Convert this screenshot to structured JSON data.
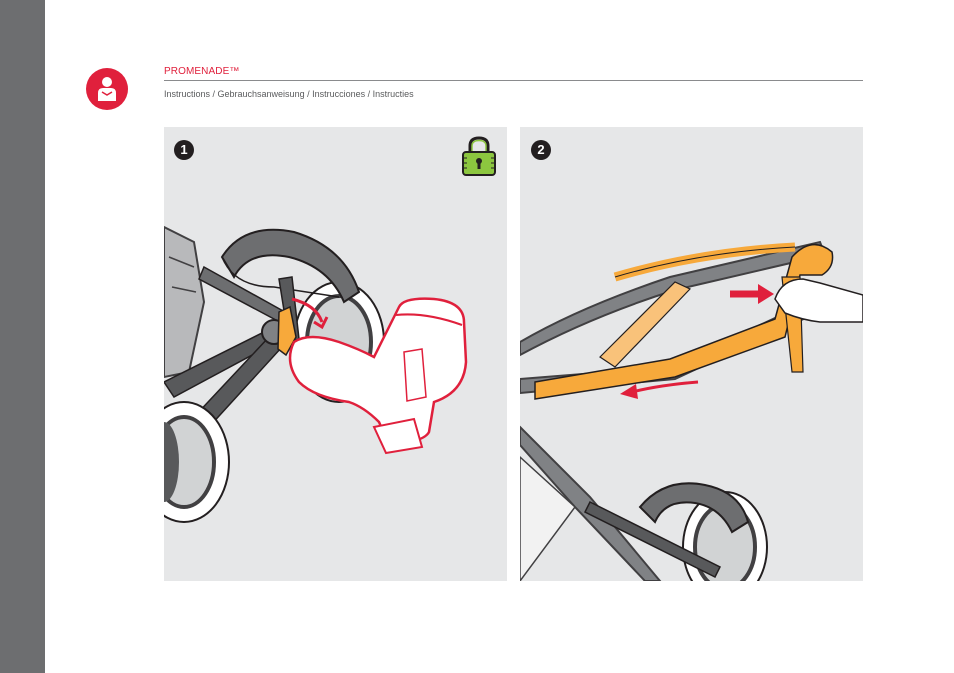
{
  "header": {
    "title": "PROMENADE™",
    "subtitle": "Instructions / Gebrauchsanweisung / Instrucciones / Instructies"
  },
  "steps": [
    {
      "number": "1",
      "icon": "lock-icon"
    },
    {
      "number": "2"
    }
  ],
  "colors": {
    "brand_red": "#e0203c",
    "sidebar_gray": "#6d6e70",
    "panel_bg": "#e6e7e8",
    "lock_green": "#8cc63f",
    "frame_orange": "#f7a93b"
  },
  "icons": {
    "brand": "person-manual-icon",
    "lock": "lock-icon"
  }
}
